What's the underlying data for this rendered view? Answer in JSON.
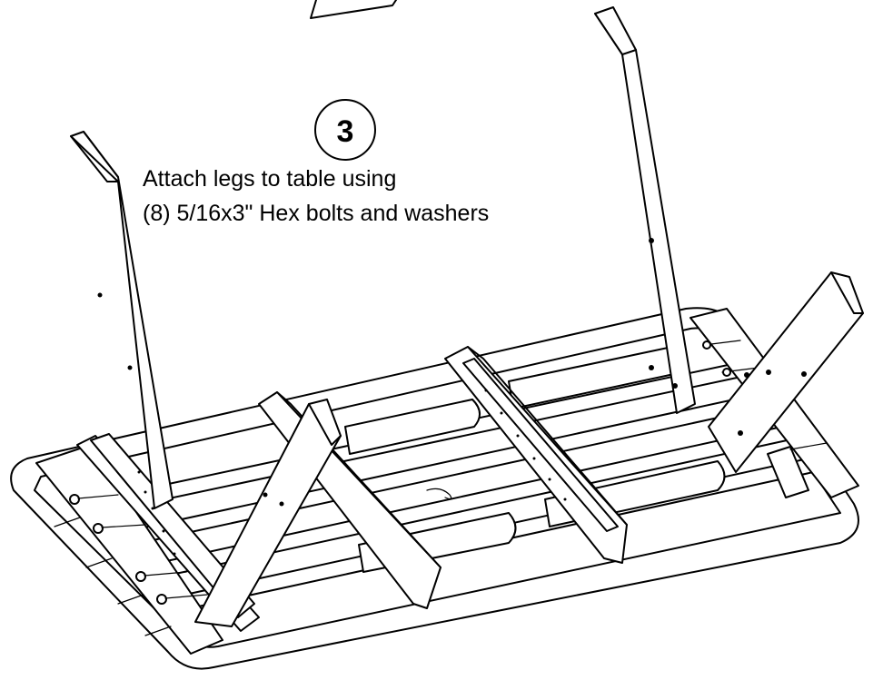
{
  "step": {
    "number": "3",
    "instruction_line1": "Attach legs to table using",
    "instruction_line2": "(8) 5/16x3\" Hex bolts and washers"
  },
  "colors": {
    "line": "#000000",
    "background": "#ffffff"
  }
}
